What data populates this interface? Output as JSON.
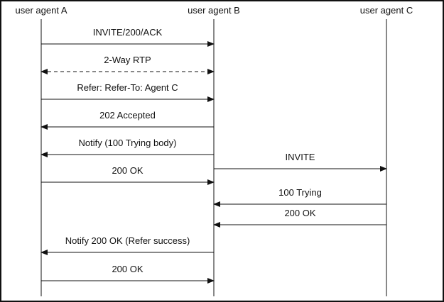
{
  "agents": [
    "user agent A",
    "user agent B",
    "user agent C"
  ],
  "messages": [
    {
      "label": "INVITE/200/ACK",
      "from": 0,
      "to": 1,
      "style": "solid",
      "bidirectional": false
    },
    {
      "label": "2-Way RTP",
      "from": 0,
      "to": 1,
      "style": "dashed",
      "bidirectional": true
    },
    {
      "label": "Refer: Refer-To: Agent C",
      "from": 0,
      "to": 1,
      "style": "solid",
      "bidirectional": false
    },
    {
      "label": "202 Accepted",
      "from": 1,
      "to": 0,
      "style": "solid",
      "bidirectional": false
    },
    {
      "label": "Notify (100 Trying body)",
      "from": 1,
      "to": 0,
      "style": "solid",
      "bidirectional": false
    },
    {
      "label": "INVITE",
      "from": 1,
      "to": 2,
      "style": "solid",
      "bidirectional": false
    },
    {
      "label": "200 OK",
      "from": 0,
      "to": 1,
      "style": "solid",
      "bidirectional": false
    },
    {
      "label": "100 Trying",
      "from": 2,
      "to": 1,
      "style": "solid",
      "bidirectional": false
    },
    {
      "label": "200 OK",
      "from": 2,
      "to": 1,
      "style": "solid",
      "bidirectional": false
    },
    {
      "label": "Notify 200 OK (Refer success)",
      "from": 1,
      "to": 0,
      "style": "solid",
      "bidirectional": false
    },
    {
      "label": "200 OK",
      "from": 0,
      "to": 1,
      "style": "solid",
      "bidirectional": false
    }
  ]
}
